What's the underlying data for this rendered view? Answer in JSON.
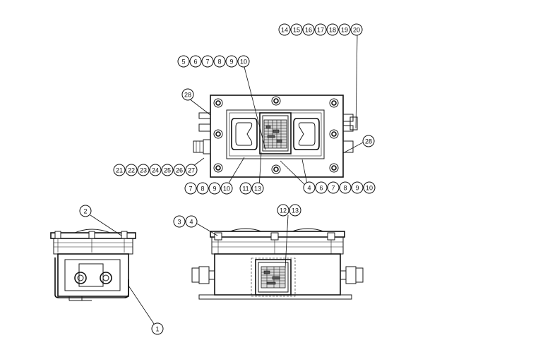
{
  "callout_groups": [
    {
      "id": "top-right-group",
      "labels": [
        "14",
        "15",
        "16",
        "17",
        "18",
        "19",
        "20"
      ]
    },
    {
      "id": "top-left-group",
      "labels": [
        "5",
        "6",
        "7",
        "8",
        "9",
        "10"
      ]
    },
    {
      "id": "upper-left-28",
      "labels": [
        "28"
      ]
    },
    {
      "id": "right-28",
      "labels": [
        "28"
      ]
    },
    {
      "id": "left-long-group",
      "labels": [
        "21",
        "22",
        "23",
        "24",
        "25",
        "26",
        "27"
      ]
    },
    {
      "id": "bottom-left-group",
      "labels": [
        "7",
        "8",
        "9",
        "10"
      ]
    },
    {
      "id": "bottom-mid-group",
      "labels": [
        "11",
        "13"
      ]
    },
    {
      "id": "bottom-right-group",
      "labels": [
        "4",
        "6",
        "7",
        "8",
        "9",
        "10"
      ]
    },
    {
      "id": "side-view-2",
      "labels": [
        "2"
      ]
    },
    {
      "id": "side-view-1",
      "labels": [
        "1"
      ]
    },
    {
      "id": "front-view-34",
      "labels": [
        "3",
        "4"
      ]
    },
    {
      "id": "front-view-1213",
      "labels": [
        "12",
        "13"
      ]
    }
  ]
}
